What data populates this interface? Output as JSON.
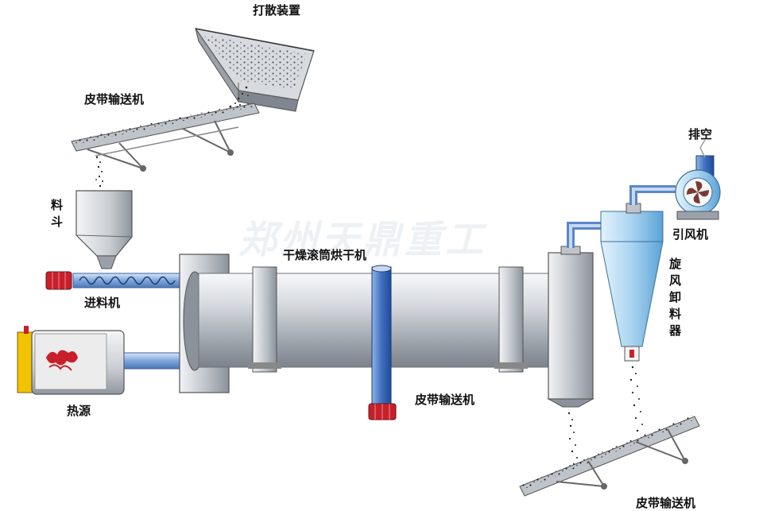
{
  "labels": {
    "dispersing_device": "打散装置",
    "belt_conveyor_top": "皮带输送机",
    "hopper": "料斗",
    "feeder": "进料机",
    "heat_source": "热源",
    "drum_dryer": "干燥滚筒烘干机",
    "belt_conveyor_middle": "皮带输送机",
    "exhaust": "排空",
    "induced_draft_fan": "引风机",
    "cyclone_collector": "旋风卸料器",
    "belt_conveyor_bottom": "皮带输送机"
  },
  "watermark": "郑州天鼎重工",
  "colors": {
    "steel_light": "#e8eaed",
    "steel_mid": "#b9bec5",
    "steel_dark": "#7c838c",
    "pipe_blue": "#5b87c9",
    "cyclone_blue": "#a9d3f0",
    "motor_red": "#c8202a",
    "heat_yellow": "#f2c300",
    "particle": "#222222"
  }
}
